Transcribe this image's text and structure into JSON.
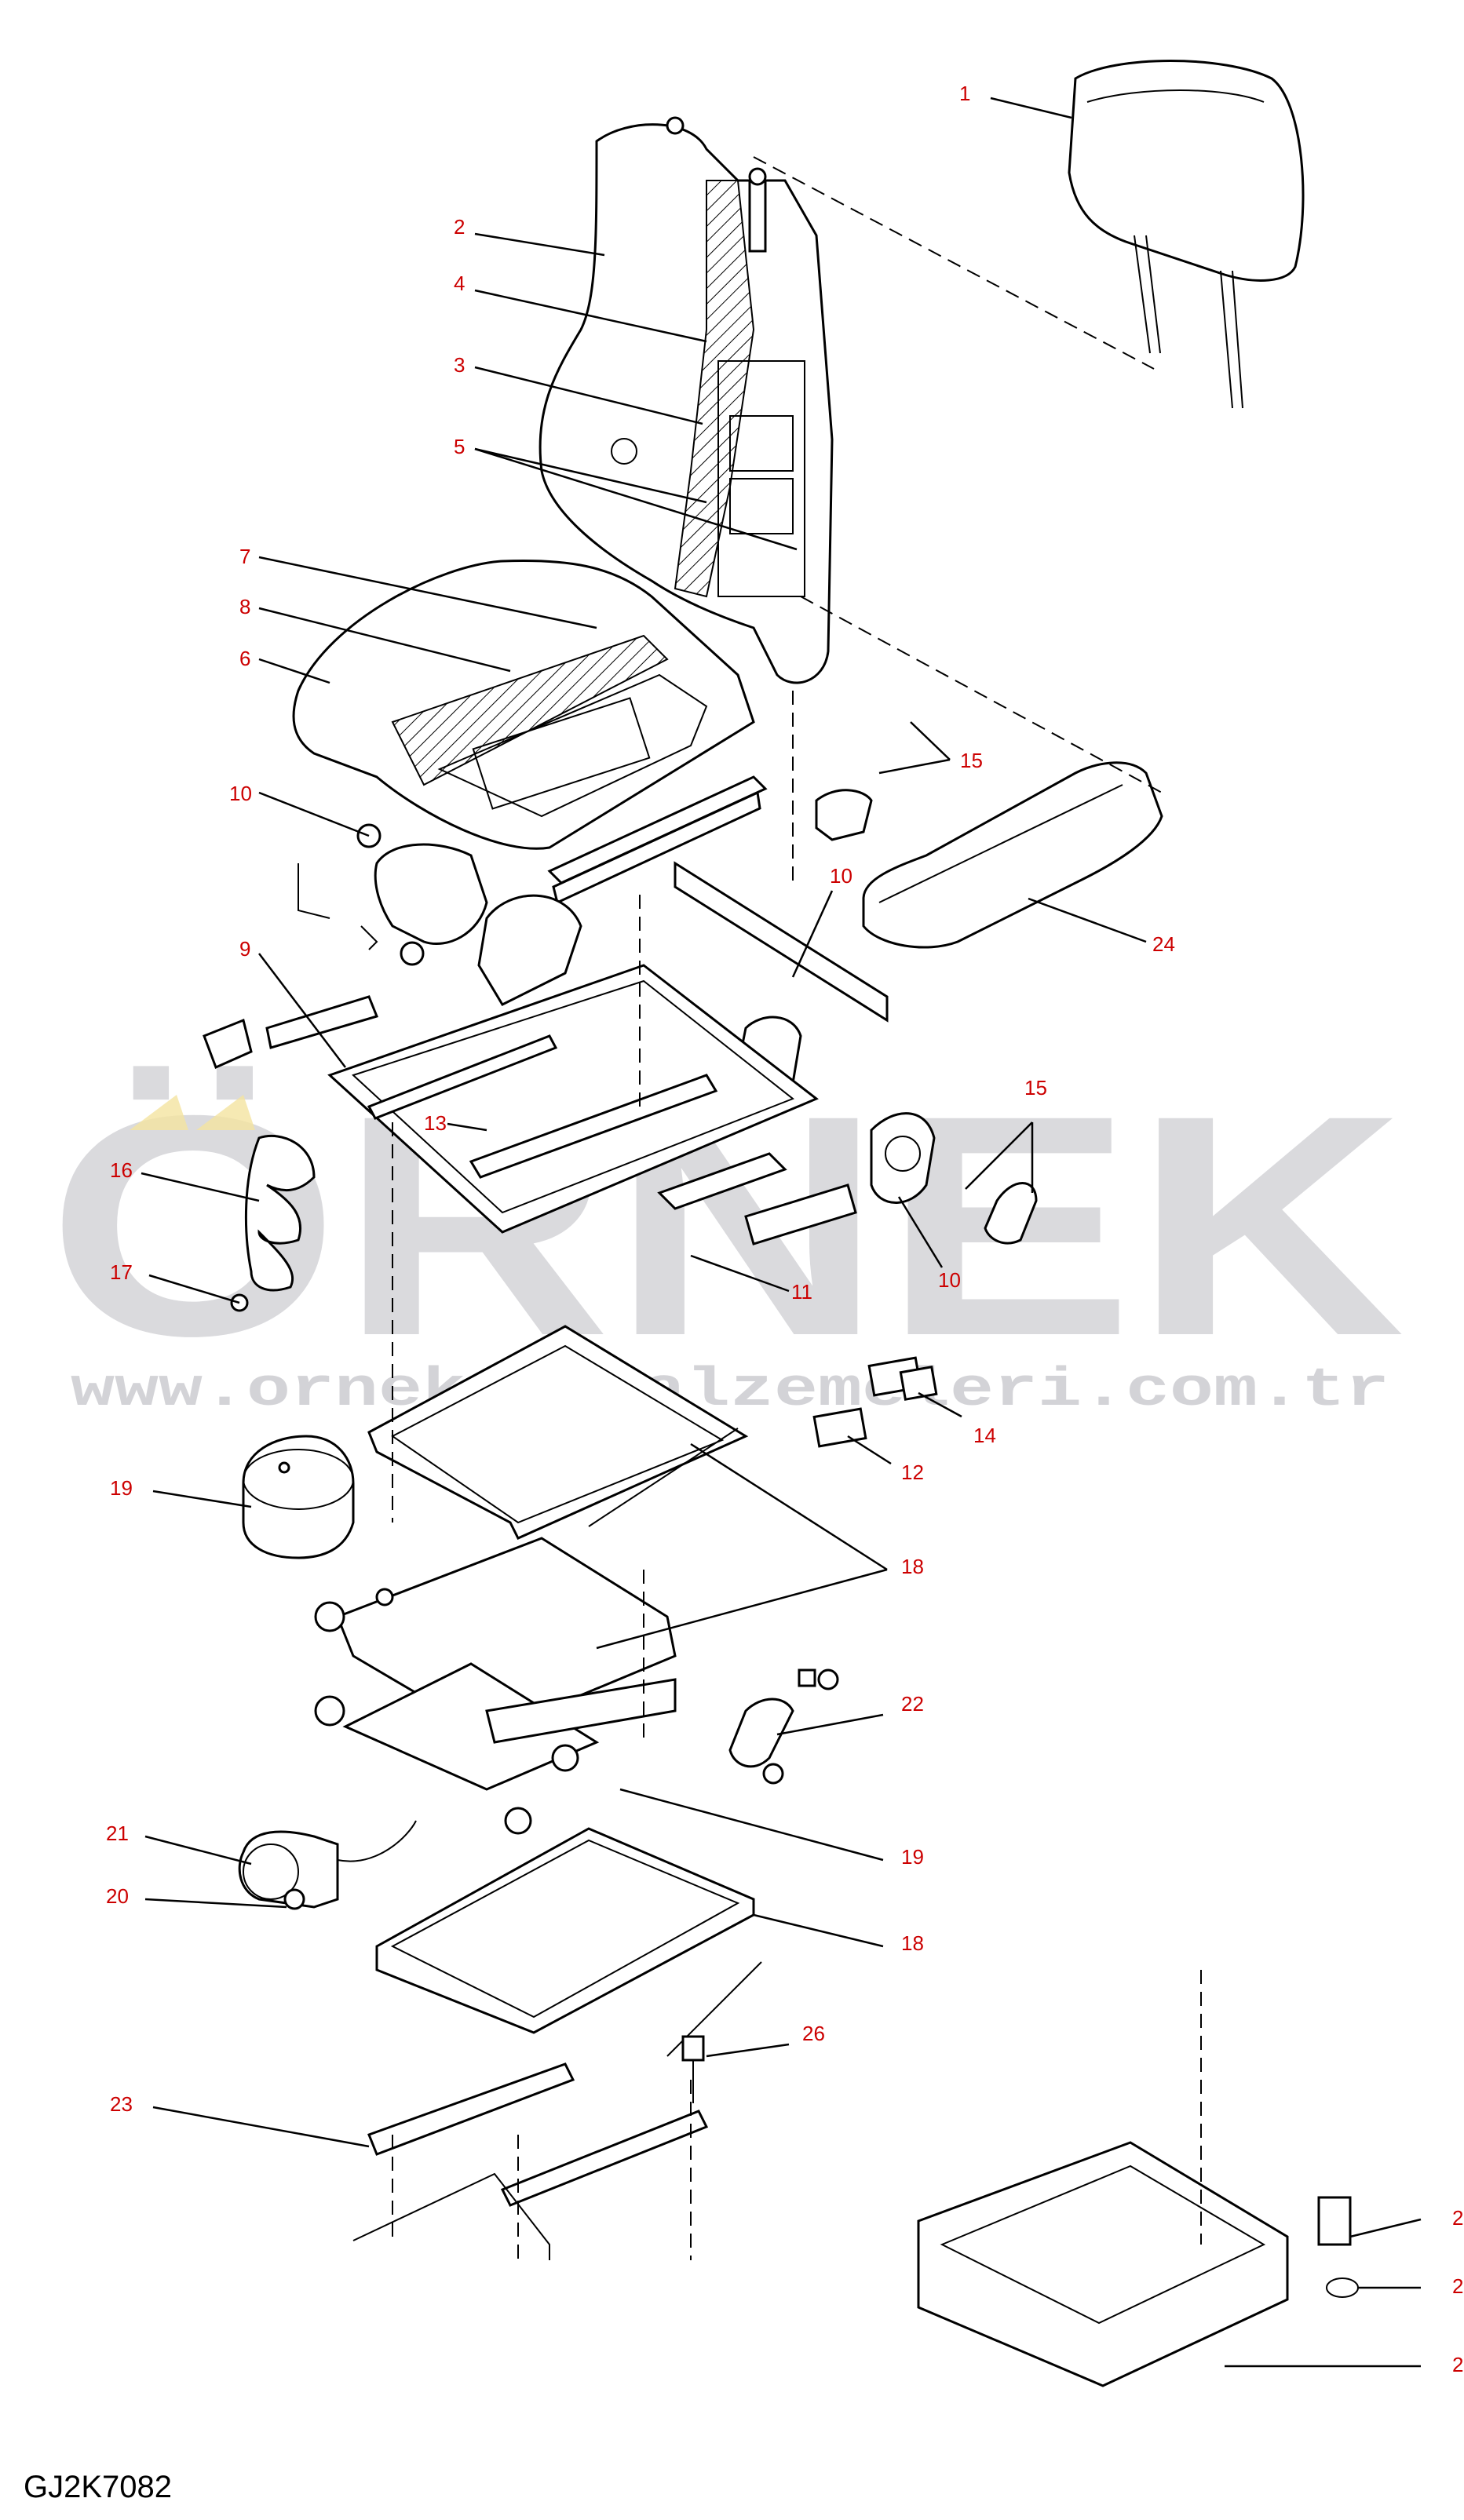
{
  "diagram": {
    "reference_code": "GJ2K7082",
    "watermark": {
      "brand": "ÖRNEK",
      "url": "www.orneksismalzemeleri.com.tr"
    },
    "callouts": [
      {
        "id": "c1",
        "label": "1"
      },
      {
        "id": "c2a",
        "label": "2"
      },
      {
        "id": "c4",
        "label": "4"
      },
      {
        "id": "c3",
        "label": "3"
      },
      {
        "id": "c5",
        "label": "5"
      },
      {
        "id": "c7",
        "label": "7"
      },
      {
        "id": "c8",
        "label": "8"
      },
      {
        "id": "c6",
        "label": "6"
      },
      {
        "id": "c15a",
        "label": "15"
      },
      {
        "id": "c10a",
        "label": "10"
      },
      {
        "id": "c10b",
        "label": "10"
      },
      {
        "id": "c24",
        "label": "24"
      },
      {
        "id": "c9",
        "label": "9"
      },
      {
        "id": "c15b",
        "label": "15"
      },
      {
        "id": "c13",
        "label": "13"
      },
      {
        "id": "c16",
        "label": "16"
      },
      {
        "id": "c17",
        "label": "17"
      },
      {
        "id": "c11",
        "label": "11"
      },
      {
        "id": "c10c",
        "label": "10"
      },
      {
        "id": "c14",
        "label": "14"
      },
      {
        "id": "c12",
        "label": "12"
      },
      {
        "id": "c19a",
        "label": "19"
      },
      {
        "id": "c18a",
        "label": "18"
      },
      {
        "id": "c22",
        "label": "22"
      },
      {
        "id": "c21",
        "label": "21"
      },
      {
        "id": "c19b",
        "label": "19"
      },
      {
        "id": "c20",
        "label": "20"
      },
      {
        "id": "c18b",
        "label": "18"
      },
      {
        "id": "c26",
        "label": "26"
      },
      {
        "id": "c23",
        "label": "23"
      },
      {
        "id": "c2b",
        "label": "2"
      },
      {
        "id": "c2c",
        "label": "2"
      },
      {
        "id": "c2d",
        "label": "2"
      }
    ]
  }
}
